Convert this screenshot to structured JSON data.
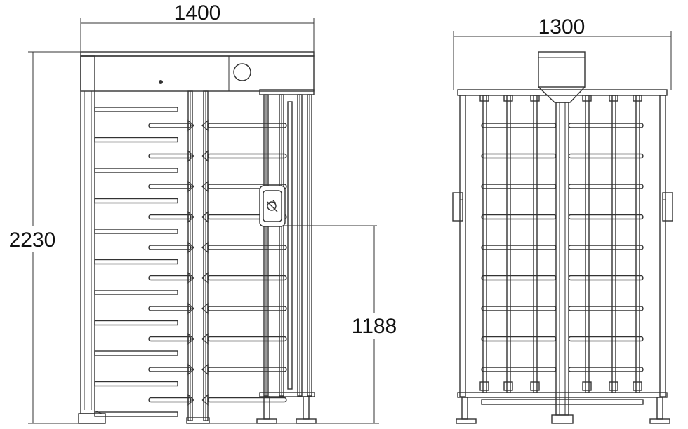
{
  "front_view": {
    "width_label": "1400",
    "height_label": "2230",
    "reader_height_label": "1188",
    "arm_rows": 10
  },
  "side_view": {
    "width_label": "1300",
    "arm_rows": 9,
    "rotor_columns": 3
  },
  "colors": {
    "line": "#333333",
    "background": "#ffffff",
    "text": "#111111"
  }
}
